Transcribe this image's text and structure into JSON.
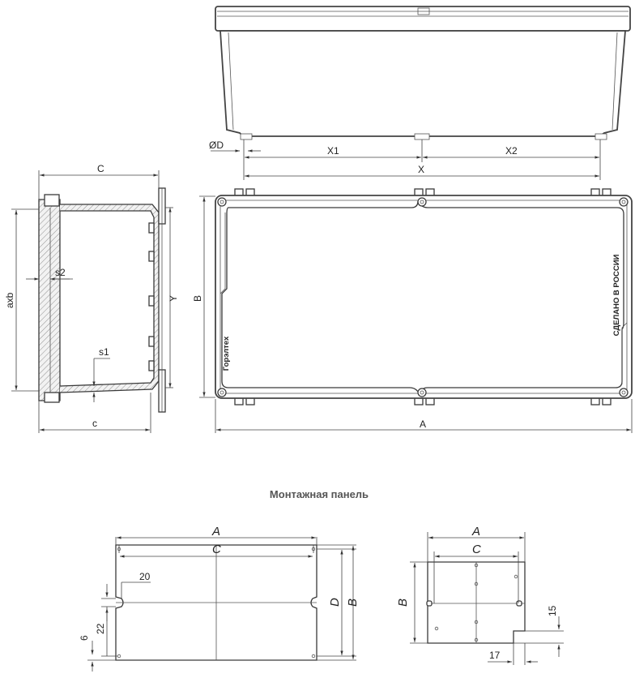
{
  "top_view": {
    "dims": {
      "d": "ØD",
      "x1": "X1",
      "x2": "X2",
      "x": "X"
    }
  },
  "side_view": {
    "dims": {
      "c_upper": "C",
      "axb": "axb",
      "s2": "s2",
      "s1": "s1",
      "y": "Y",
      "c_lower": "c"
    }
  },
  "front_view": {
    "dims": {
      "b": "B",
      "a": "A"
    },
    "marking_made_in": "СДЕЛАНО В РОССИИ",
    "marking_brand": "Горэлтех"
  },
  "mounting_section_title": "Монтажная панель",
  "panel_left": {
    "dims": {
      "a": "A",
      "c": "C",
      "d": "D",
      "b": "B",
      "d20": "20",
      "d22": "22",
      "d6": "6"
    }
  },
  "panel_right": {
    "dims": {
      "a": "A",
      "c": "C",
      "b": "B",
      "d15": "15",
      "d17": "17"
    }
  }
}
